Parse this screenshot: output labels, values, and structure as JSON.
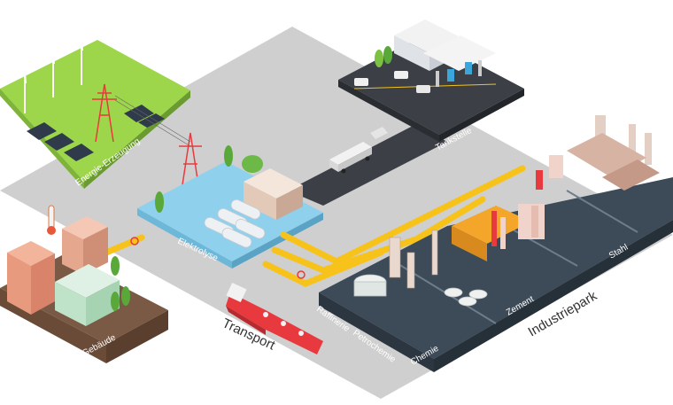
{
  "labels": {
    "energie": "Energie-Erzeugung",
    "elektrolyse": "Elektrolyse",
    "tankstelle": "Tankstelle",
    "gebaeude": "Gebäude",
    "transport": "Transport",
    "raffinerie": "Raffinerie",
    "petrochemie": "Petrochemie",
    "chemie": "Chemie",
    "zement": "Zement",
    "stahl": "Stahl",
    "industriepark": "Industriepark"
  },
  "colors": {
    "ground": "#cfcfcf",
    "pipeline": "#f7c31a",
    "grass": "#9dd64a",
    "water": "#8fd0ec",
    "road": "#3c4046",
    "industry_platform": "#3d4a57",
    "ship": "#e83a3e"
  },
  "icons": [
    "wind-turbine-icon",
    "solar-panel-icon",
    "pylon-icon",
    "thermometer-icon",
    "valve-icon",
    "truck-icon",
    "ship-icon",
    "fuel-pump-icon"
  ]
}
